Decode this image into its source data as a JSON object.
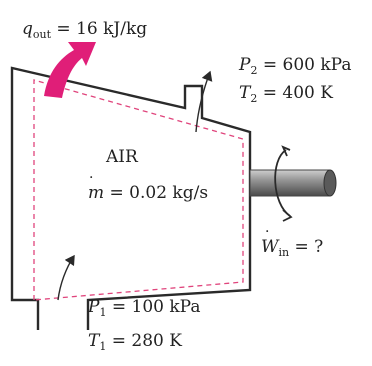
{
  "heat_out": {
    "symbol": "q",
    "subscript": "out",
    "value_text": " = 16 kJ/kg"
  },
  "outlet": {
    "pressure": {
      "symbol": "P",
      "subscript": "2",
      "value_text": " = 600 kPa"
    },
    "temperature": {
      "symbol": "T",
      "subscript": "2",
      "value_text": " = 400 K"
    }
  },
  "inlet": {
    "pressure": {
      "symbol": "P",
      "subscript": "1",
      "value_text": " = 100 kPa"
    },
    "temperature": {
      "symbol": "T",
      "subscript": "1",
      "value_text": " = 280 K"
    }
  },
  "working_fluid": "AIR",
  "mass_flow": {
    "symbol": "m",
    "value_text": " = 0.02 kg/s"
  },
  "work_in": {
    "symbol": "W",
    "subscript": "in",
    "value_text": " = ?"
  },
  "colors": {
    "outline": "#2a2a2a",
    "control_volume": "#e0447c",
    "heat_arrow": "#e01e78",
    "shaft": "#8c8c8c"
  }
}
